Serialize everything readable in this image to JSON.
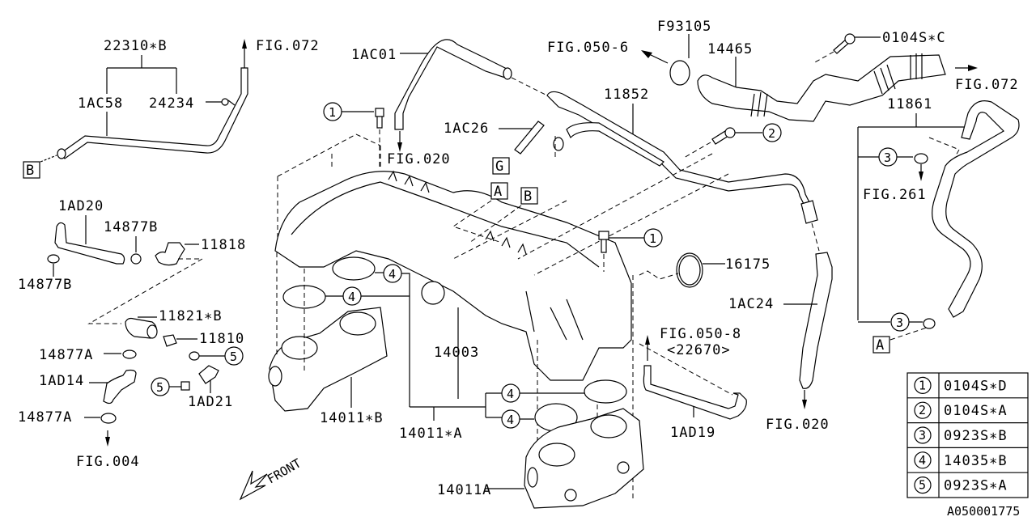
{
  "diagram_id": "A050001775",
  "front_label": "FRONT",
  "part_labels": {
    "p22310B": "22310∗B",
    "p1AC58": "1AC58",
    "p24234": "24234",
    "fig072_left": "FIG.072",
    "p1AC01": "1AC01",
    "fig020_top": "FIG.020",
    "p1AC26": "1AC26",
    "fig050_6": "FIG.050-6",
    "pF93105": "F93105",
    "p14465": "14465",
    "p0104SC": "0104S∗C",
    "fig072_right": "FIG.072",
    "p11852": "11852",
    "p11861": "11861",
    "fig261": "FIG.261",
    "p1AD20": "1AD20",
    "p14877B_top": "14877B",
    "p11818": "11818",
    "p14877B_left": "14877B",
    "p11821B": "11821∗B",
    "p11810": "11810",
    "p14877A_top": "14877A",
    "p1AD14": "1AD14",
    "p14877A_bottom": "14877A",
    "p1AD21": "1AD21",
    "fig004": "FIG.004",
    "p16175": "16175",
    "p14003": "14003",
    "p14011B": "14011∗B",
    "p14011A_star": "14011∗A",
    "p14011A": "14011A",
    "fig050_8": "FIG.050-8",
    "p22670": "<22670>",
    "p1AD19": "1AD19",
    "p1AC24": "1AC24",
    "fig020_right": "FIG.020"
  },
  "callouts": {
    "c1": "1",
    "c2": "2",
    "c3": "3",
    "c4": "4",
    "c5": "5"
  },
  "connectors": {
    "A": "A",
    "B": "B",
    "G": "G"
  },
  "legend": [
    {
      "ref": "1",
      "part": "0104S∗D"
    },
    {
      "ref": "2",
      "part": "0104S∗A"
    },
    {
      "ref": "3",
      "part": "0923S∗B"
    },
    {
      "ref": "4",
      "part": "14035∗B"
    },
    {
      "ref": "5",
      "part": "0923S∗A"
    }
  ]
}
